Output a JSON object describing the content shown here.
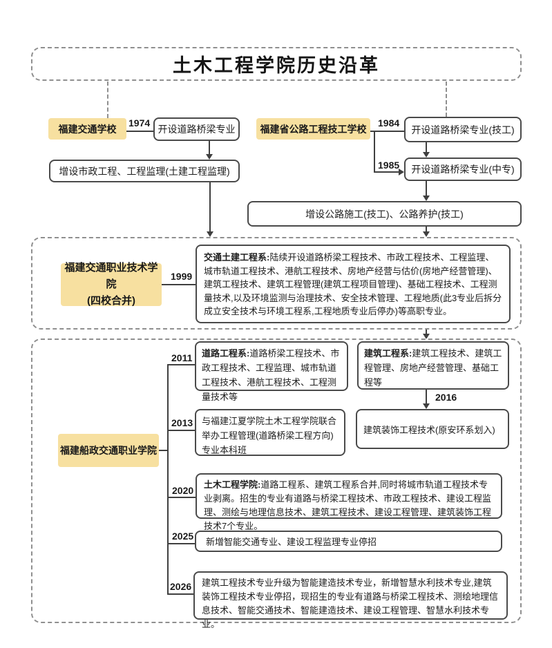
{
  "title": "土木工程学院历史沿革",
  "colors": {
    "highlight_bg": "#F7E0A0",
    "box_border": "#4a4a4a",
    "dashed_border": "#8f8f8f",
    "line": "#3f3f3f",
    "text": "#1d1d1d"
  },
  "stage1_left": {
    "school": "福建交通学校",
    "year": "1974",
    "event_main": "开设道路桥梁专业",
    "event_expand": "增设市政工程、工程监理(土建工程监理)"
  },
  "stage1_right": {
    "school": "福建省公路工程技工学校",
    "year_1984": "1984",
    "event_1984": "开设道路桥梁专业(技工)",
    "year_1985": "1985",
    "event_1985": "开设道路桥梁专业(中专)",
    "event_expand": "增设公路施工(技工)、公路养护(技工)"
  },
  "stage2": {
    "school": "福建交通职业技术学院",
    "school_note": "(四校合并)",
    "year": "1999",
    "dept_lead": "交通土建工程系:",
    "dept_text": "陆续开设道路桥梁工程技术、市政工程技术、工程监理、城市轨道工程技术、港航工程技术、房地产经营与估价(房地产经营管理)、建筑工程技术、建筑工程管理(建筑工程项目管理)、基础工程技术、工程测量技术,以及环境监测与治理技术、安全技术管理、工程地质(此3专业后拆分成立安全技术与环境工程系,工程地质专业后停办)等高职专业。"
  },
  "stage3": {
    "school": "福建船政交通职业学院",
    "year_2011": "2011",
    "road_lead": "道路工程系:",
    "road_text": "道路桥梁工程技术、市政工程技术、工程监理、城市轨道工程技术、港航工程技术、工程测量技术等",
    "arch_lead": "建筑工程系:",
    "arch_text": "建筑工程技术、建筑工程管理、房地产经营管理、基础工程等",
    "year_2016": "2016",
    "deco_text": "建筑装饰工程技术(原安环系划入)",
    "year_2013": "2013",
    "joint_text": "与福建江夏学院土木工程学院联合举办工程管理(道路桥梁工程方向)专业本科班",
    "year_2020": "2020",
    "merge_lead": "土木工程学院:",
    "merge_text": "道路工程系、建筑工程系合并,同时将城市轨道工程技术专业剥离。招生的专业有道路与桥梁工程技术、市政工程技术、建设工程监理、测绘与地理信息技术、建筑工程技术、建设工程管理、建筑装饰工程技术7个专业。",
    "year_2025": "2025",
    "event_2025": "新增智能交通专业、建设工程监理专业停招",
    "year_2026": "2026",
    "event_2026": "建筑工程技术专业升级为智能建造技术专业，新增智慧水利技术专业,建筑装饰工程技术专业停招，现招生的专业有道路与桥梁工程技术、测绘地理信息技术、智能交通技术、智能建造技术、建设工程管理、智慧水利技术专业。"
  }
}
